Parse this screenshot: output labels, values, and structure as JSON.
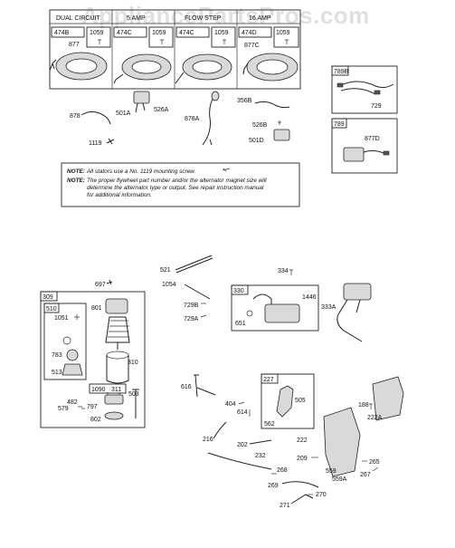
{
  "watermark": "AppliancePartsPros.com",
  "stator_headers": [
    "DUAL CIRCUIT",
    "5 AMP",
    "FLOW STEP",
    "16 AMP"
  ],
  "stator_boxes": [
    {
      "kit": "474B",
      "screw": "1059",
      "part": "877"
    },
    {
      "kit": "474C",
      "screw": "1059",
      "part": ""
    },
    {
      "kit": "474C",
      "screw": "1059",
      "part": ""
    },
    {
      "kit": "474D",
      "screw": "1059",
      "part": "877C"
    }
  ],
  "top_labels": {
    "l878": "878",
    "l501A": "501A",
    "l526A": "526A",
    "l878A": "878A",
    "l356B": "356B",
    "l526B": "526B",
    "l501D": "501D",
    "l1119": "1119"
  },
  "kit_789B": {
    "header": "789B",
    "part": "729"
  },
  "kit_789": {
    "header": "789",
    "part": "877D"
  },
  "notes": {
    "note1_label": "NOTE:",
    "note1_text": "All stators use a No. 1119 mounting screw.",
    "note2_label": "NOTE:",
    "note2_line1": "The proper flywheel part number and/or the alternator magnet size will",
    "note2_line2": "determine the alternator type or output. See repair instruction manual",
    "note2_line3": "for additional information."
  },
  "starter": {
    "box": "309",
    "inner_box": "510",
    "sub_box": "1090",
    "labels": {
      "l697": "697",
      "l801": "801",
      "l1051": "1051",
      "l783": "783",
      "l513": "513",
      "l310": "310",
      "l311": "311",
      "l482": "482",
      "l579": "579",
      "l797": "797",
      "l802": "802",
      "l503": "503"
    }
  },
  "mid_labels": {
    "l521": "521",
    "l1054": "1054",
    "l729B": "729B",
    "l729A": "729A",
    "l334": "334",
    "l333A": "333A"
  },
  "ignition_box": {
    "header": "330",
    "l1446": "1446",
    "l651": "651"
  },
  "lower_labels": {
    "l616": "616",
    "l404": "404",
    "l614": "614",
    "l216": "216",
    "l202": "202",
    "l232": "232",
    "l268": "268",
    "l269": "269",
    "l270": "270",
    "l271": "271",
    "l188": "188",
    "l222A": "222A",
    "l222": "222",
    "l209": "209",
    "l265": "265",
    "l559": "559",
    "l559A": "559A",
    "l267": "267"
  },
  "throttle_box": {
    "header": "227",
    "l505": "505",
    "l562": "562"
  }
}
